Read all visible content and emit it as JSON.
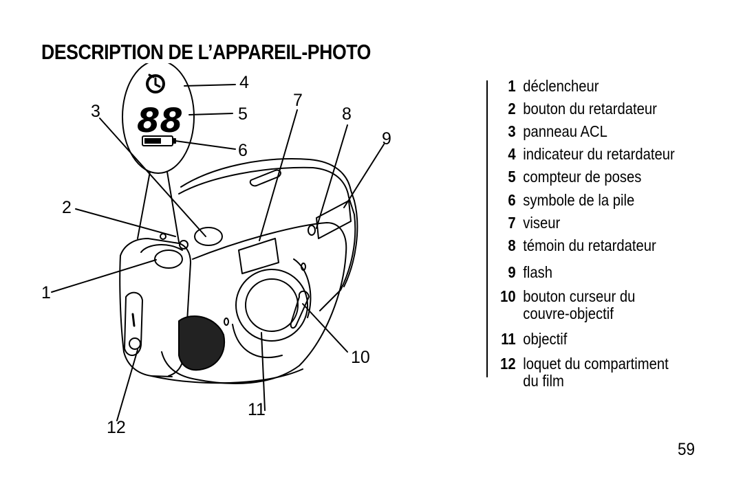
{
  "page": {
    "title": "DESCRIPTION DE L’APPAREIL-PHOTO",
    "page_number": "59"
  },
  "figure": {
    "lcd_digits": "88",
    "callouts": [
      "1",
      "2",
      "3",
      "4",
      "5",
      "6",
      "7",
      "8",
      "9",
      "10",
      "11",
      "12"
    ]
  },
  "legend": [
    {
      "num": "1",
      "lines": [
        "déclencheur"
      ]
    },
    {
      "num": "2",
      "lines": [
        "bouton du retardateur"
      ]
    },
    {
      "num": "3",
      "lines": [
        "panneau ACL"
      ]
    },
    {
      "num": "4",
      "lines": [
        "indicateur du retardateur"
      ]
    },
    {
      "num": "5",
      "lines": [
        "compteur de poses"
      ]
    },
    {
      "num": "6",
      "lines": [
        "symbole de la pile"
      ]
    },
    {
      "num": "7",
      "lines": [
        "viseur"
      ]
    },
    {
      "num": "8",
      "lines": [
        "témoin du retardateur"
      ]
    },
    {
      "num": "9",
      "lines": [
        "flash"
      ]
    },
    {
      "num": "10",
      "lines": [
        "bouton curseur du",
        "couvre-objectif"
      ]
    },
    {
      "num": "11",
      "lines": [
        "objectif"
      ]
    },
    {
      "num": "12",
      "lines": [
        "loquet du compartiment",
        "du film"
      ]
    }
  ]
}
